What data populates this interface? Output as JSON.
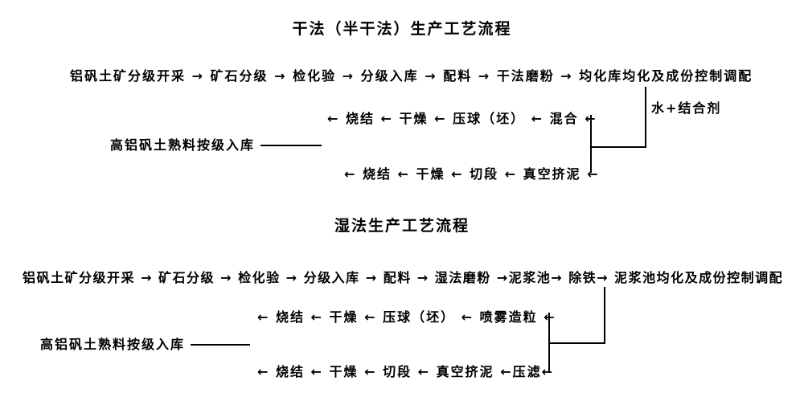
{
  "page": {
    "background_color": "#ffffff",
    "text_color": "#000000",
    "line_color": "#000000"
  },
  "dry_section": {
    "title": "干法（半干法）生产工艺流程",
    "main_flow": "铝矾土矿分级开采 → 矿石分级 → 检化验 → 分级入库 → 配料 → 干法磨粉 → 均化库均化及成份控制调配",
    "additive_label": "水+结合剂",
    "briquette_branch": "← 烧结 ← 干燥 ← 压球（坯） ← 混合 ←",
    "storage_label": "高铝矾土熟料按级入库",
    "extrusion_branch": "← 烧结 ← 干燥 ← 切段 ← 真空挤泥 ←"
  },
  "wet_section": {
    "title": "湿法生产工艺流程",
    "main_flow": "铝矾土矿分级开采 → 矿石分级 → 检化验 → 分级入库 → 配料 → 湿法磨粉 →泥浆池→ 除铁→ 泥浆池均化及成份控制调配",
    "spray_branch": "← 烧结 ← 干燥 ← 压球（坯） ← 喷雾造粒 ←",
    "storage_label": "高铝矾土熟料按级入库",
    "extrusion_branch": "← 烧结 ← 干燥 ← 切段 ← 真空挤泥 ←压滤←"
  }
}
